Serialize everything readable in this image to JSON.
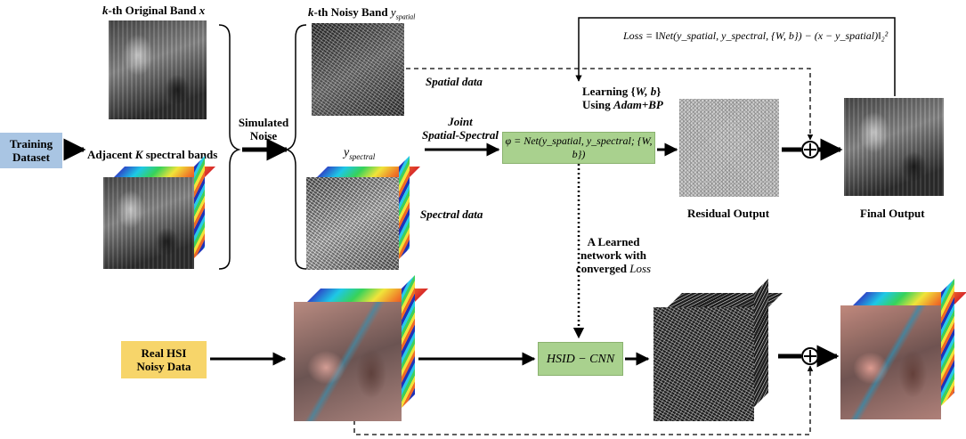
{
  "labels": {
    "original_band_k": "k",
    "original_band_rest": "-th Original Band ",
    "original_band_var": "x",
    "noisy_band_k": "k",
    "noisy_band_rest": "-th Noisy Band ",
    "noisy_band_var": "y",
    "noisy_band_sub": "spatial",
    "adjacent_pre": "Adjacent ",
    "adjacent_var": "K",
    "adjacent_post": " spectral bands",
    "y_spectral_var": "y",
    "y_spectral_sub": "spectral",
    "simulated_noise": "Simulated\nNoise",
    "spatial_data": "Spatial data",
    "spectral_data": "Spectral data",
    "joint": "Joint\nSpatial-Spectral",
    "learning_1": "Learning {",
    "learning_vars": "W, b",
    "learning_2": "}",
    "using": "Using ",
    "using_vars": "Adam+BP",
    "residual_output": "Residual Output",
    "final_output": "Final Output",
    "learned_network": "A Learned\nnetwork with\nconverged ",
    "learned_loss": "Loss"
  },
  "boxes": {
    "training_dataset": "Training\nDataset",
    "real_hsi": "Real HSI\nNoisy Data",
    "phi_formula": "φ = Net(y_spatial, y_spectral; {W, b})",
    "hsid_cnn": "HSID − CNN"
  },
  "loss_formula": "Loss = ‖Net(y_spatial, y_spectral, {W, b}) − (x − y_spatial)‖₂²",
  "plus_symbol": "+",
  "colors": {
    "training_box": "#a9c5e3",
    "real_hsi_box": "#f7d56a",
    "net_box": "#a9d18e"
  },
  "icons": [
    "arrow",
    "dashed-arrow",
    "plus-circle",
    "curly-bracket"
  ]
}
